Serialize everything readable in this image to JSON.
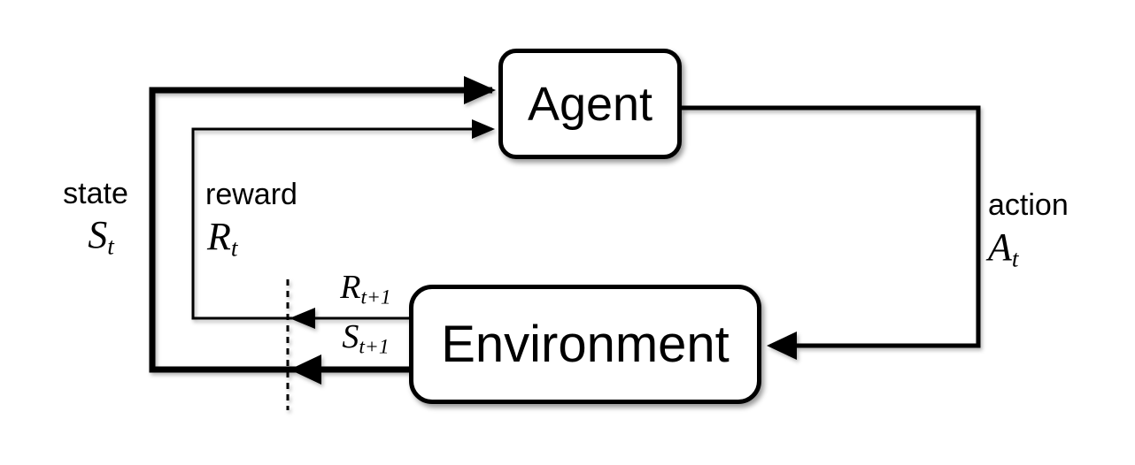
{
  "diagram": {
    "boxes": {
      "agent": "Agent",
      "environment": "Environment"
    },
    "signals": {
      "state": {
        "word": "state",
        "symbol": "S",
        "sub": "t"
      },
      "reward": {
        "word": "reward",
        "symbol": "R",
        "sub": "t"
      },
      "action": {
        "word": "action",
        "symbol": "A",
        "sub": "t"
      },
      "next_reward": {
        "symbol": "R",
        "sub": "t+1"
      },
      "next_state": {
        "symbol": "S",
        "sub": "t+1"
      }
    },
    "colors": {
      "line": "#000000",
      "box_fill": "#ffffff",
      "background": "#ffffff"
    }
  }
}
